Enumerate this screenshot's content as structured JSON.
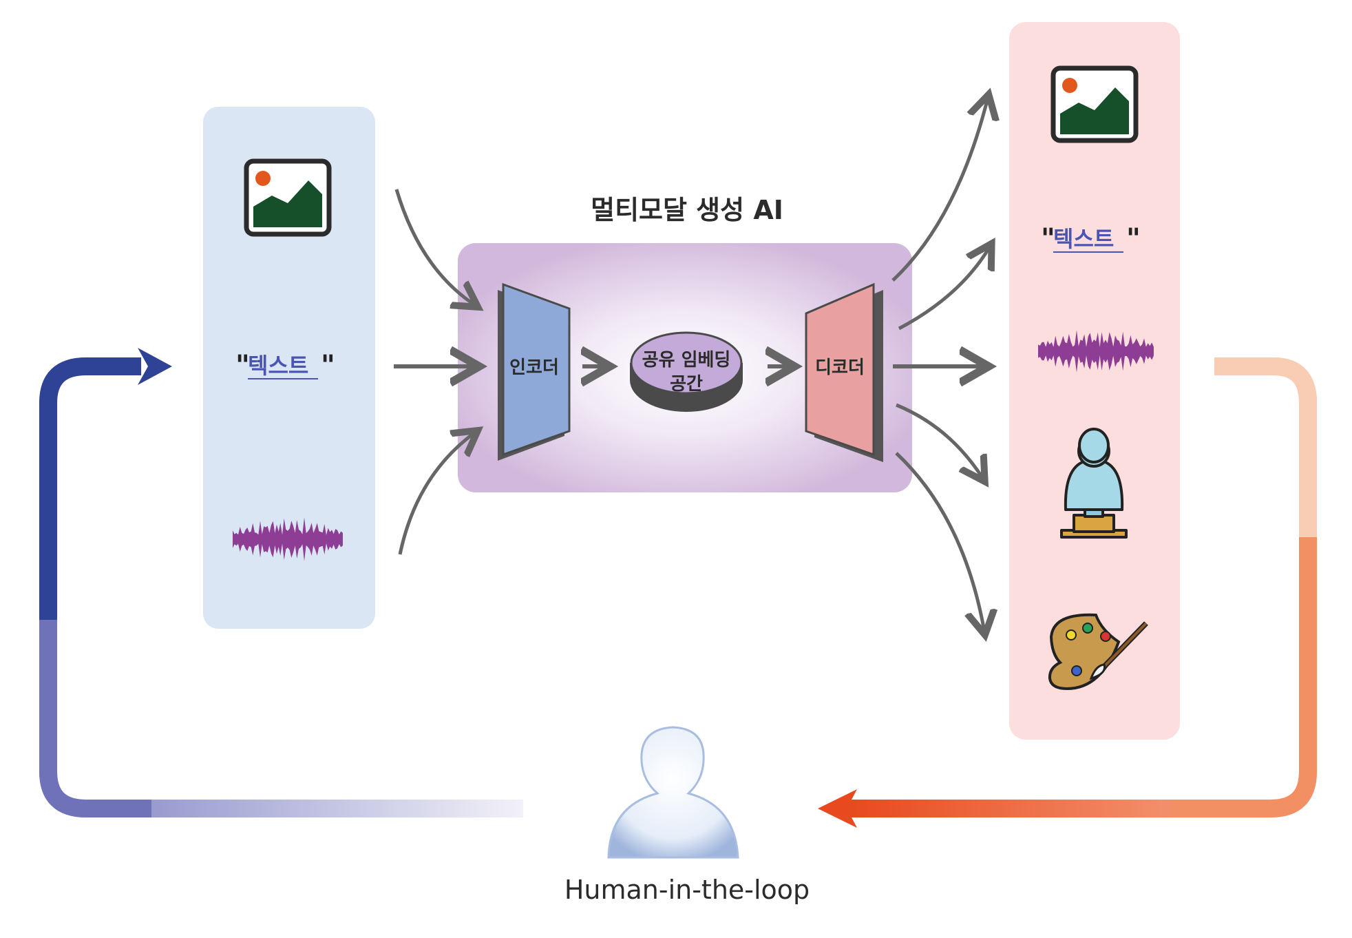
{
  "title": "멀티모달 생성 AI",
  "encoder_label": "인코더",
  "decoder_label": "디코더",
  "shared_space": {
    "line1": "공유 임베딩",
    "line2": "공간"
  },
  "input_panel": {
    "text_label": "텍스트",
    "items": [
      "image-icon",
      "text",
      "audio-wave-icon"
    ]
  },
  "output_panel": {
    "text_label": "텍스트",
    "items": [
      "image-icon",
      "text",
      "audio-wave-icon",
      "bust-sculpture-icon",
      "paint-palette-icon"
    ]
  },
  "human_label": "Human-in-the-loop",
  "colors": {
    "input_panel_bg": "#dbe6f5",
    "output_panel_bg": "#fbdedd",
    "ai_box": "#d4bcdf",
    "encoder": "#8ea8d8",
    "decoder": "#e8a0a0",
    "shared_space": "#c3aad8",
    "wave": "#8e3d95",
    "text_link": "#4a54b3",
    "loop_blue": "#384a9e",
    "loop_orange": "#e8491e"
  }
}
